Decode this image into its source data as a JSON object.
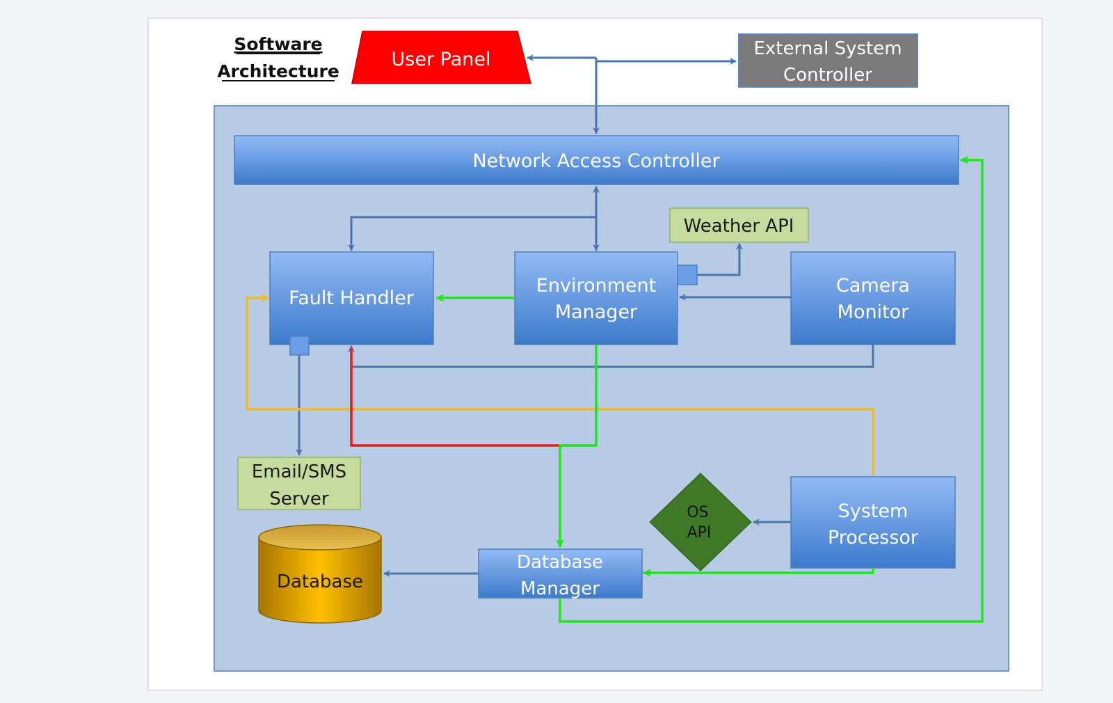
{
  "diagram": {
    "title_line1": "Software",
    "title_line2": "Architecture",
    "colors": {
      "page_bg": "#f2f4f7",
      "card_bg": "#ffffff",
      "container_fill": "#b8cbe4",
      "container_stroke": "#6f95c7",
      "blue_box_top": "#8fb8f5",
      "blue_box_bottom": "#3e7ccc",
      "blue_box_stroke": "#4f7fbd",
      "blue_line": "#4a76b0",
      "green_line": "#1fe61f",
      "red_line": "#e51c1c",
      "yellow_line": "#f0b92a",
      "user_panel_fill": "#ff0000",
      "external_fill": "#7a7a7a",
      "light_green_fill": "#c6dc9e",
      "os_api_fill": "#3e7a26",
      "database_fill": "#d9a000"
    },
    "nodes": {
      "user_panel": "User Panel",
      "external_line1": "External System",
      "external_line2": "Controller",
      "network_access": "Network Access Controller",
      "weather_api": "Weather API",
      "fault_handler": "Fault Handler",
      "env_line1": "Environment",
      "env_line2": "Manager",
      "camera_line1": "Camera",
      "camera_line2": "Monitor",
      "email_line1": "Email/SMS",
      "email_line2": "Server",
      "os_line1": "OS",
      "os_line2": "API",
      "sysproc_line1": "System",
      "sysproc_line2": "Processor",
      "dbm_line1": "Database",
      "dbm_line2": "Manager",
      "database": "Database"
    }
  }
}
